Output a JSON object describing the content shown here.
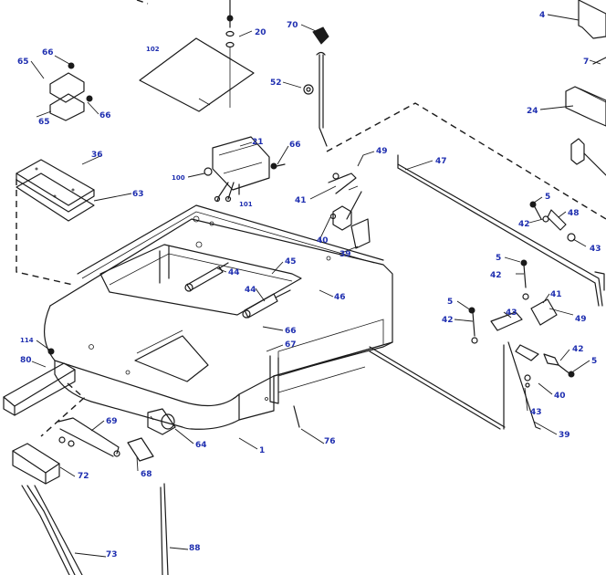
{
  "diagram": {
    "callout_color": "#1f2fb0",
    "line_color": "#1a1a1a",
    "callouts": {
      "c1": "1",
      "c4": "4",
      "c5a": "5",
      "c5b": "5",
      "c5c": "5",
      "c5d": "5",
      "c7": "7",
      "c20": "20",
      "c21": "21",
      "c24": "24",
      "c36": "36",
      "c39a": "39",
      "c39b": "39",
      "c40a": "40",
      "c40b": "40",
      "c41a": "41",
      "c41b": "41",
      "c42a": "42",
      "c42b": "42",
      "c42c": "42",
      "c42d": "42",
      "c43a": "43",
      "c43b": "43",
      "c43c": "43",
      "c44a": "44",
      "c44b": "44",
      "c45": "45",
      "c46": "46",
      "c47": "47",
      "c48": "48",
      "c49a": "49",
      "c49b": "49",
      "c52": "52",
      "c63": "63",
      "c64": "64",
      "c65a": "65",
      "c65b": "65",
      "c66a": "66",
      "c66b": "66",
      "c66c": "66",
      "c66d": "66",
      "c67": "67",
      "c68": "68",
      "c69": "69",
      "c70": "70",
      "c72": "72",
      "c73": "73",
      "c76": "76",
      "c80": "80",
      "c88": "88",
      "c100": "100",
      "c101": "101",
      "c102": "102",
      "c114": "114"
    }
  }
}
